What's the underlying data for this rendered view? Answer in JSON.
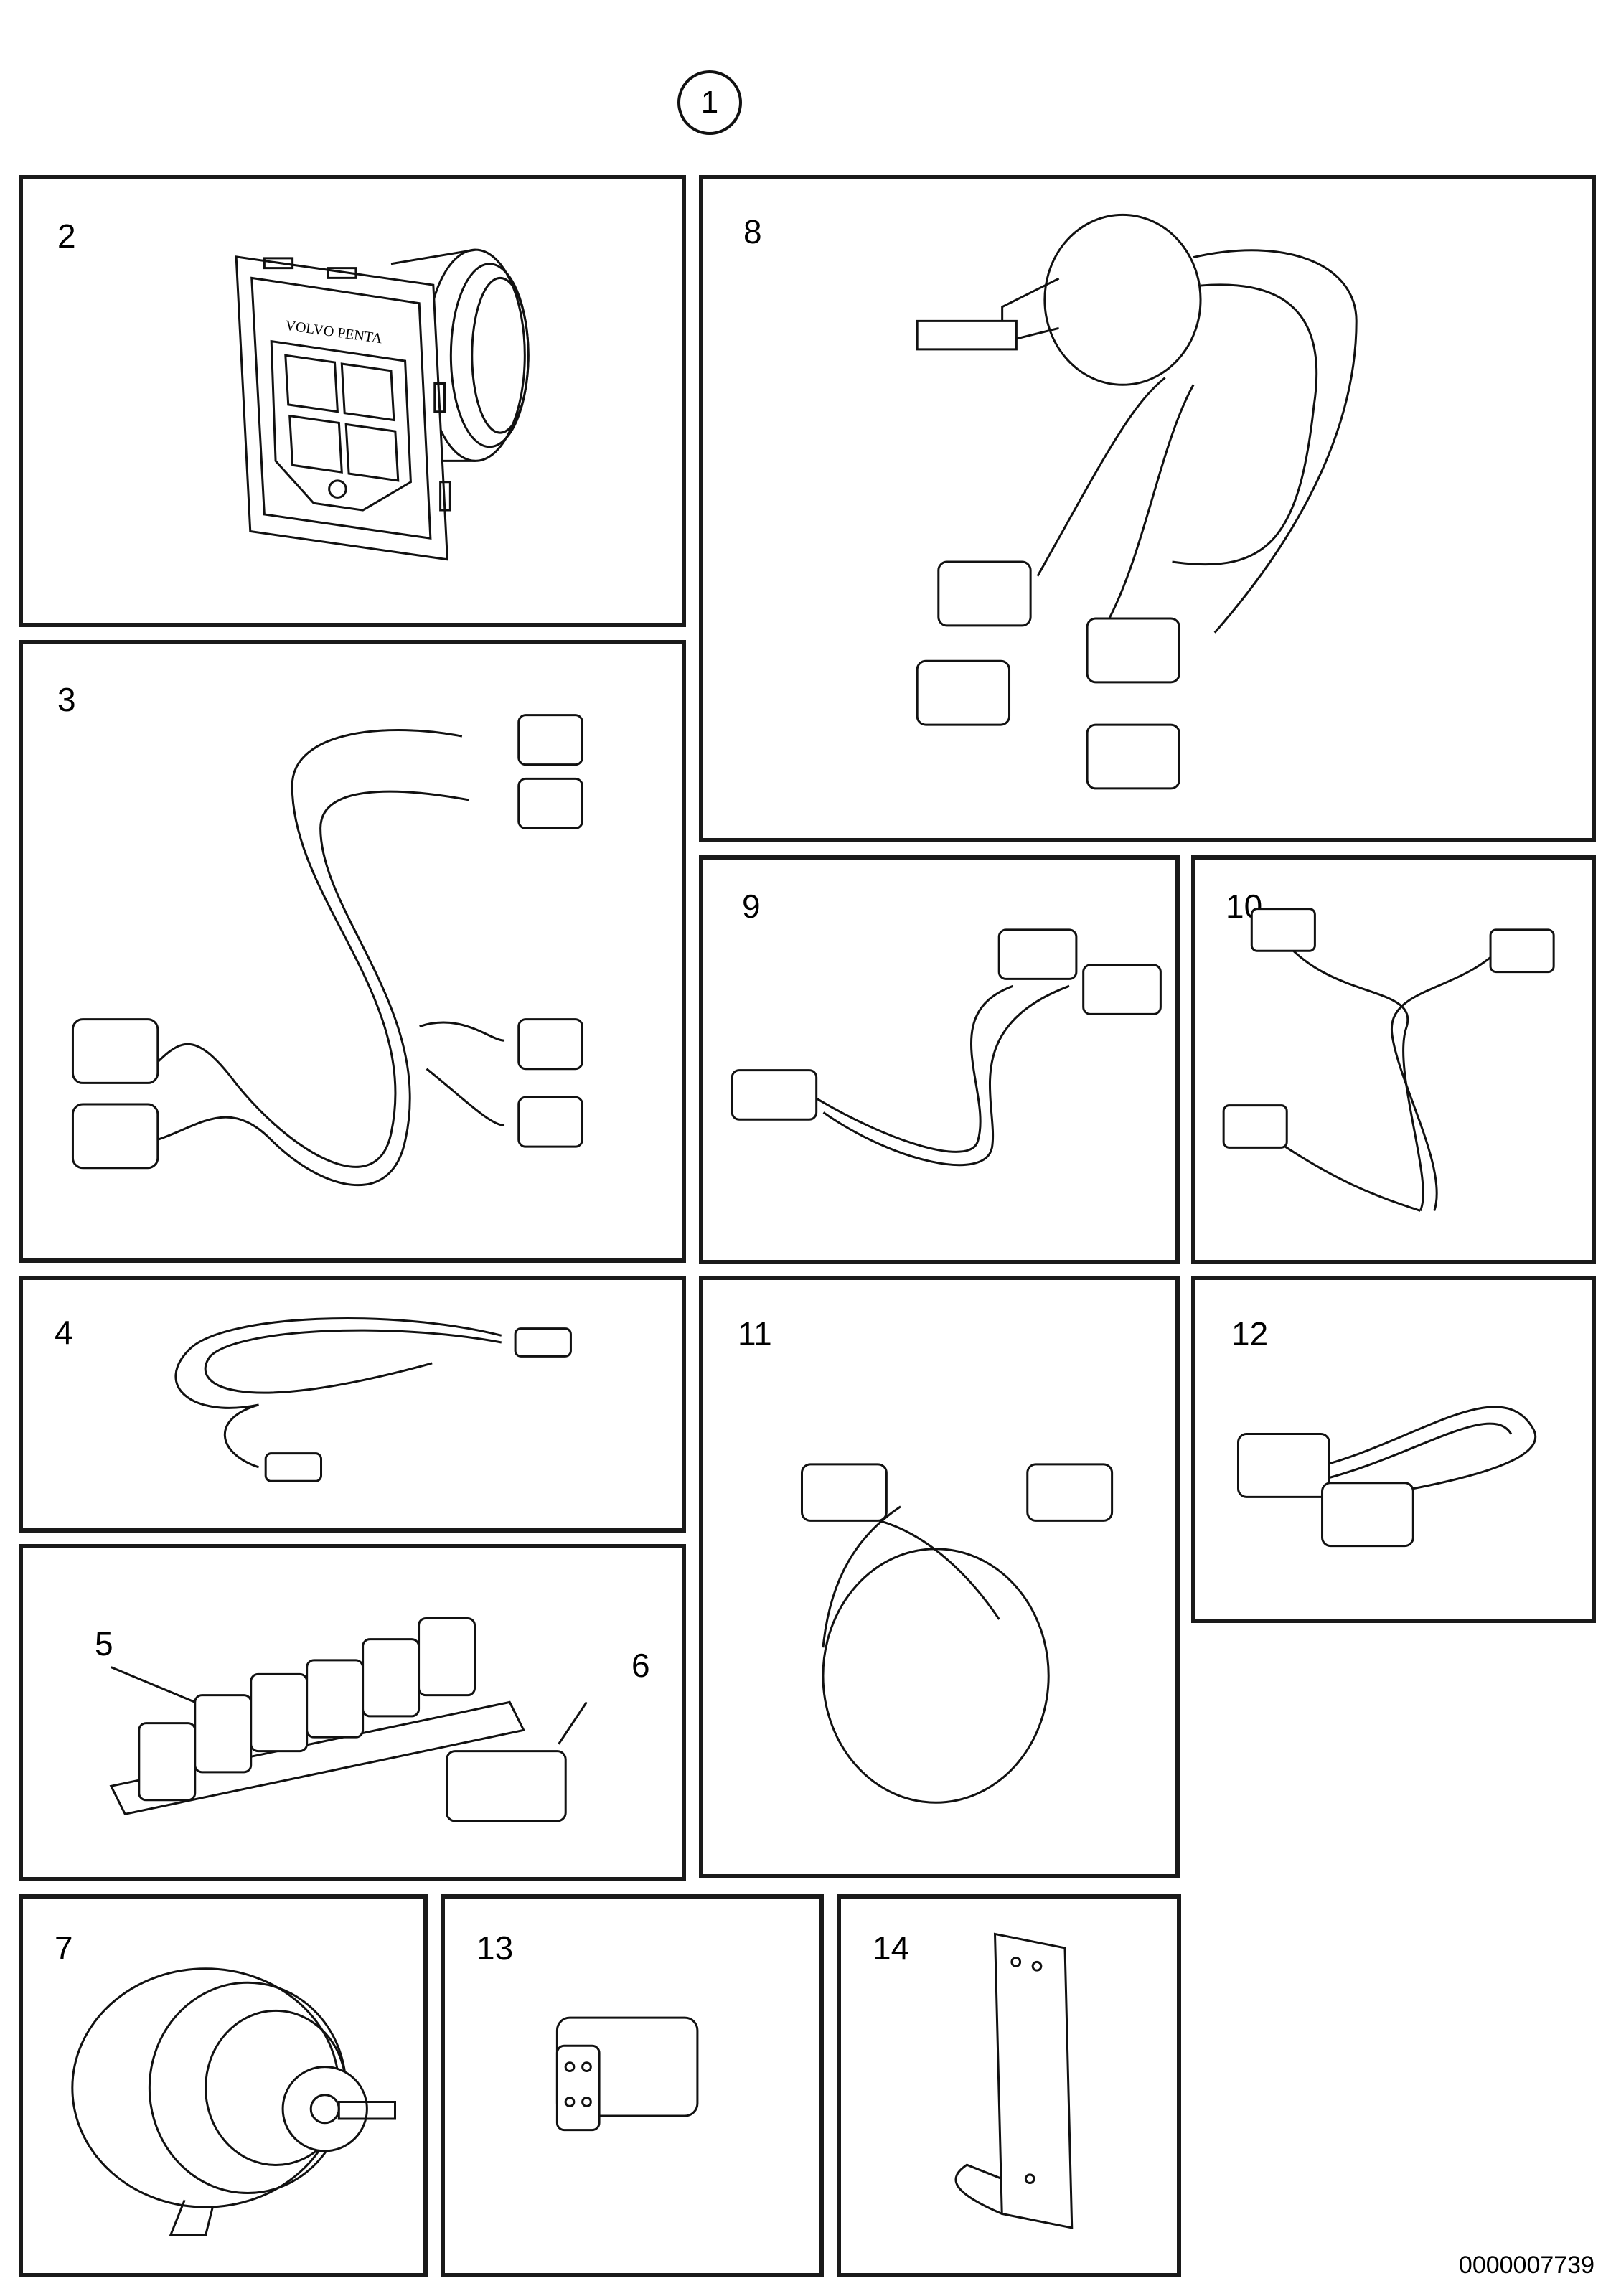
{
  "figure": {
    "overview_label": "1",
    "document_number": "0000007739"
  },
  "panels": [
    {
      "label": "2",
      "icon": "control-panel-icon",
      "brand": "VOLVO PENTA"
    },
    {
      "label": "3",
      "icon": "y-split-harness-icon"
    },
    {
      "label": "4",
      "icon": "extension-cable-icon"
    },
    {
      "label": "5",
      "icon": "connector-block-icon"
    },
    {
      "label": "6",
      "icon": "plug-connector-icon"
    },
    {
      "label": "7",
      "icon": "gauge-sensor-icon"
    },
    {
      "label": "8",
      "icon": "sensor-harness-icon"
    },
    {
      "label": "9",
      "icon": "adapter-cable-icon"
    },
    {
      "label": "10",
      "icon": "y-cable-icon"
    },
    {
      "label": "11",
      "icon": "loop-cable-icon"
    },
    {
      "label": "12",
      "icon": "short-adapter-icon"
    },
    {
      "label": "13",
      "icon": "connector-plug-icon"
    },
    {
      "label": "14",
      "icon": "mounting-bracket-icon"
    }
  ]
}
